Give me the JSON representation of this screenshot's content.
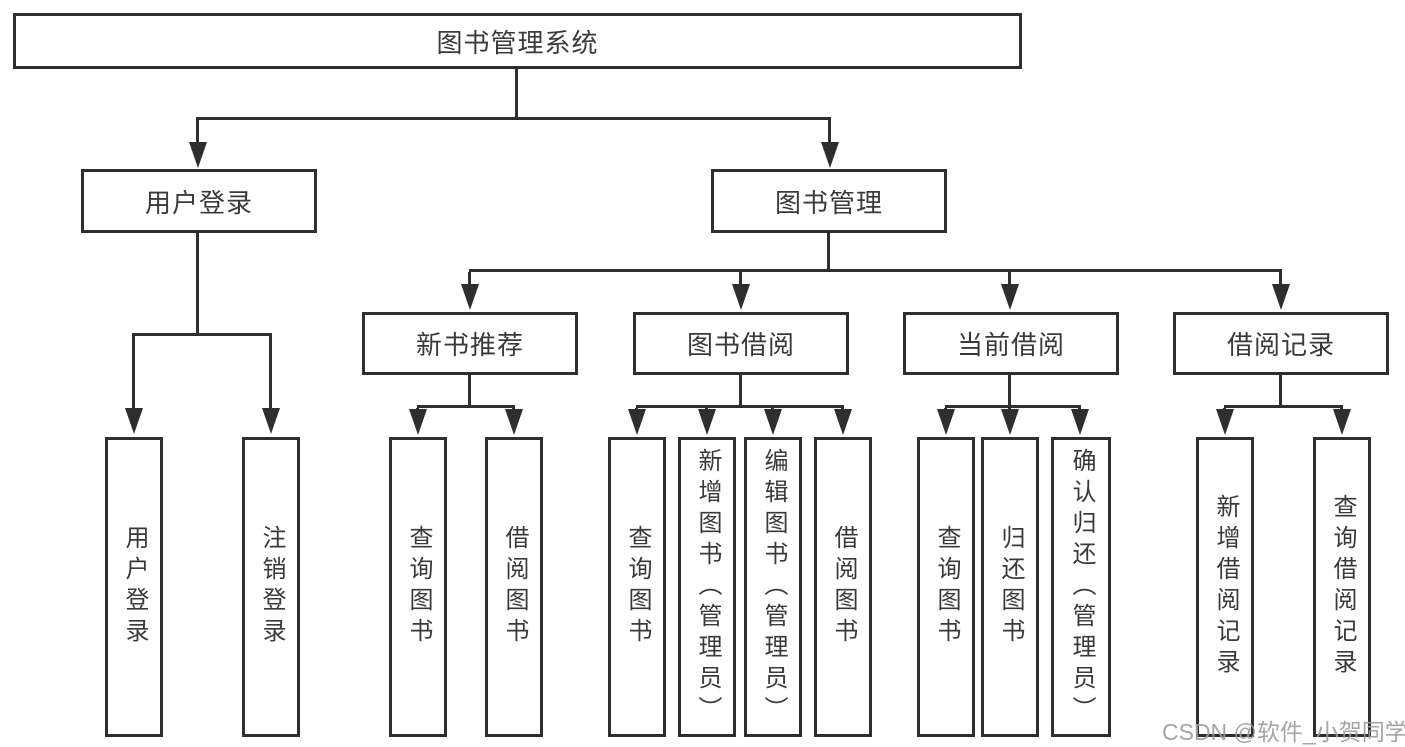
{
  "diagram": {
    "nodes": {
      "root": {
        "label": "图书管理系统"
      },
      "user_login": {
        "label": "用户登录"
      },
      "book_mgmt": {
        "label": "图书管理"
      },
      "new_book_rec": {
        "label": "新书推荐"
      },
      "book_borrow": {
        "label": "图书借阅"
      },
      "current_borrow": {
        "label": "当前借阅"
      },
      "borrow_records": {
        "label": "借阅记录"
      },
      "leaf_user_login": {
        "label": "用户登录"
      },
      "leaf_logout": {
        "label": "注销登录"
      },
      "leaf_rec_query": {
        "label": "查询图书"
      },
      "leaf_rec_borrow": {
        "label": "借阅图书"
      },
      "leaf_bb_query": {
        "label": "查询图书"
      },
      "leaf_bb_add": {
        "label": "新增图书（管理员）"
      },
      "leaf_bb_edit": {
        "label": "编辑图书（管理员）"
      },
      "leaf_bb_borrow": {
        "label": "借阅图书"
      },
      "leaf_cb_query": {
        "label": "查询图书"
      },
      "leaf_cb_return": {
        "label": "归还图书"
      },
      "leaf_cb_confirm": {
        "label": "确认归还（管理员）"
      },
      "leaf_br_add": {
        "label": "新增借阅记录"
      },
      "leaf_br_query": {
        "label": "查询借阅记录"
      }
    },
    "hierarchy": {
      "root": [
        "user_login",
        "book_mgmt"
      ],
      "user_login": [
        "leaf_user_login",
        "leaf_logout"
      ],
      "book_mgmt": [
        "new_book_rec",
        "book_borrow",
        "current_borrow",
        "borrow_records"
      ],
      "new_book_rec": [
        "leaf_rec_query",
        "leaf_rec_borrow"
      ],
      "book_borrow": [
        "leaf_bb_query",
        "leaf_bb_add",
        "leaf_bb_edit",
        "leaf_bb_borrow"
      ],
      "current_borrow": [
        "leaf_cb_query",
        "leaf_cb_return",
        "leaf_cb_confirm"
      ],
      "borrow_records": [
        "leaf_br_add",
        "leaf_br_query"
      ]
    },
    "watermark": "CSDN @软件_小贺同学",
    "colors": {
      "line": "#2e2e2e",
      "text": "#3a3a3a",
      "watermark": "#9c9c9c",
      "background": "#ffffff"
    }
  }
}
